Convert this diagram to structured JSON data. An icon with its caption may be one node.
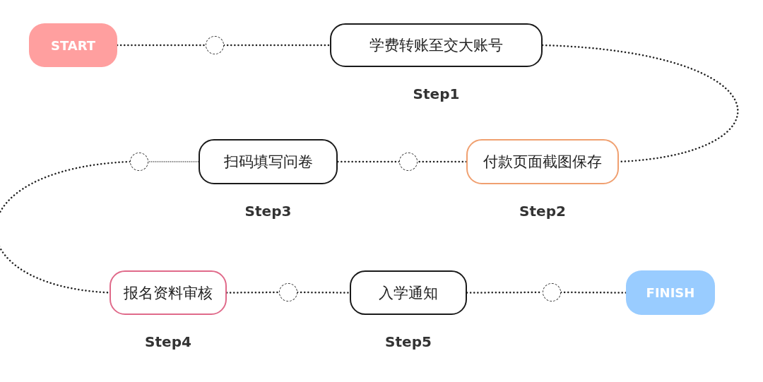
{
  "diagram": {
    "nodes": [
      {
        "text": [
          "START"
        ]
      },
      {
        "text": [],
        "shape": "circle"
      },
      {
        "text": [
          "学费转账至交大账号"
        ],
        "beside": [
          "Step1"
        ]
      },
      {
        "text": [],
        "shape": "circle"
      },
      {
        "text": [
          "扫码填写问卷"
        ],
        "beside": [
          "Step3"
        ]
      },
      {
        "text": [],
        "shape": "circle"
      },
      {
        "text": [
          "付款页面截图保存"
        ],
        "beside": [
          "Step2"
        ]
      },
      {
        "text": [
          "报名资料审核"
        ],
        "beside": [
          "Step4"
        ]
      },
      {
        "text": [],
        "shape": "circle"
      },
      {
        "text": [
          "入学通知"
        ],
        "beside": [
          "Step5"
        ]
      },
      {
        "text": [],
        "shape": "circle"
      },
      {
        "text": [
          "FINISH"
        ]
      }
    ],
    "edges": [
      {
        "from": 0,
        "to": 1,
        "arrow": "none"
      },
      {
        "from": 1,
        "to": 2,
        "arrow": "none"
      },
      {
        "from": 2,
        "to": 6,
        "arrow": "none"
      },
      {
        "from": 6,
        "to": 5,
        "arrow": "none"
      },
      {
        "from": 5,
        "to": 4,
        "arrow": "none"
      },
      {
        "from": 4,
        "to": 3,
        "arrow": "none"
      },
      {
        "from": 3,
        "to": 7,
        "arrow": "none"
      },
      {
        "from": 7,
        "to": 8,
        "arrow": "none"
      },
      {
        "from": 8,
        "to": 9,
        "arrow": "none"
      },
      {
        "from": 9,
        "to": 10,
        "arrow": "none"
      },
      {
        "from": 10,
        "to": 11,
        "arrow": "none"
      }
    ]
  }
}
